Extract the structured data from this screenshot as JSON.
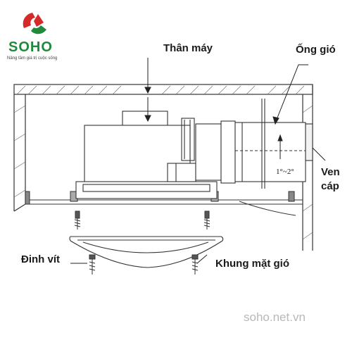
{
  "logo": {
    "brand": "SOHO",
    "tagline": "Nâng tầm giá trị cuộc sống",
    "colors": {
      "red": "#d42a2a",
      "green": "#1f8a3c"
    }
  },
  "labels": {
    "body": "Thân máy",
    "duct": "Ống gió",
    "flap_line1": "Ven",
    "flap_line2": "cáp",
    "screw": "Đinh vít",
    "grille": "Khung mặt gió",
    "angle": "1°~2°"
  },
  "watermark": "soho.net.vn"
}
